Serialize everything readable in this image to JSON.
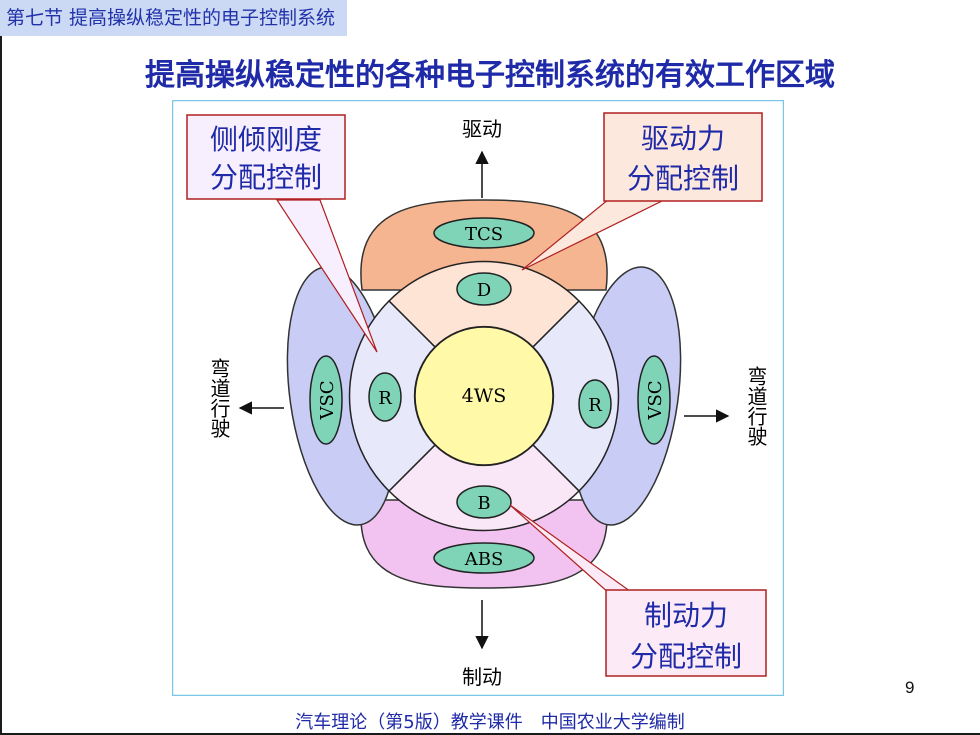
{
  "header": {
    "section": "第七节  提高操纵稳定性的电子控制系统"
  },
  "title": "提高操纵稳定性的各种电子控制系统的有效工作区域",
  "diagram": {
    "directions": {
      "top": "驱动",
      "bottom": "制动",
      "left": "弯道行驶",
      "right": "弯道行驶"
    },
    "center": "4WS",
    "outer_labels": {
      "top": "TCS",
      "bottom": "ABS",
      "left": "VSC",
      "right": "VSC"
    },
    "inner_labels": {
      "top": "D",
      "bottom": "B",
      "left": "R",
      "right": "R"
    },
    "callouts": {
      "roll": [
        "侧倾刚度",
        "分配控制"
      ],
      "drive": [
        "驱动力",
        "分配控制"
      ],
      "brake": [
        "制动力",
        "分配控制"
      ]
    },
    "colors": {
      "top_lobe": "#f5b590",
      "bottom_lobe": "#f2c2f0",
      "side_lobe": "#c9cdf6",
      "center": "#fff9a8",
      "label_ellipse": "#7fd4b8",
      "callout_border": "#b02020",
      "title": "#1f2aa8"
    }
  },
  "page_number": "9",
  "footer": "汽车理论（第5版）教学课件　中国农业大学编制"
}
